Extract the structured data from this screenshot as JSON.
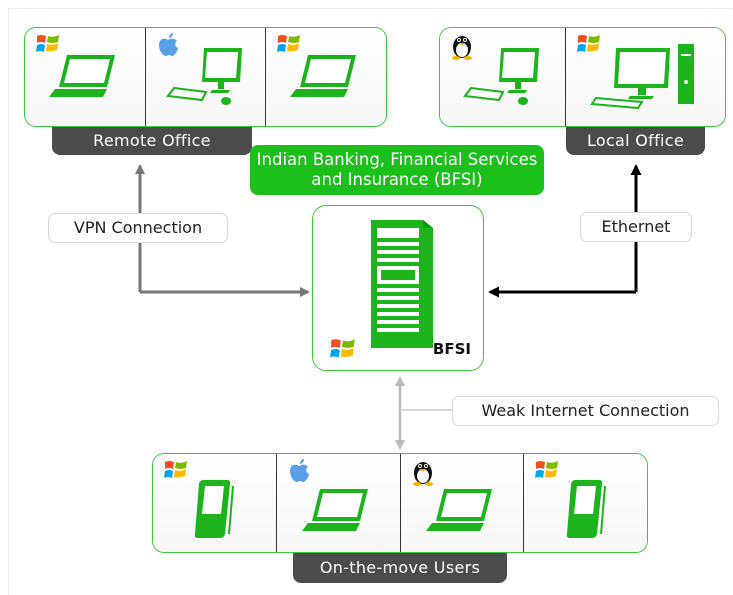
{
  "title": "Indian Banking, Financial Services and Insurance (BFSI)",
  "groups": {
    "remote_office": {
      "caption": "Remote Office",
      "devices": [
        {
          "device": "laptop",
          "os": "windows-logo-icon"
        },
        {
          "device": "desktop",
          "os": "apple-logo-icon"
        },
        {
          "device": "laptop",
          "os": "windows-logo-icon"
        }
      ]
    },
    "local_office": {
      "caption": "Local Office",
      "devices": [
        {
          "device": "desktop",
          "os": "linux-tux-icon"
        },
        {
          "device": "desktop-tower",
          "os": "windows-logo-icon"
        }
      ]
    },
    "mobile_users": {
      "caption": "On-the-move Users",
      "devices": [
        {
          "device": "phone",
          "os": "windows-logo-icon"
        },
        {
          "device": "laptop",
          "os": "apple-logo-icon"
        },
        {
          "device": "laptop",
          "os": "linux-tux-icon"
        },
        {
          "device": "phone",
          "os": "windows-logo-icon"
        }
      ]
    }
  },
  "server": {
    "label": "BFSI",
    "os": "windows-logo-icon"
  },
  "connections": {
    "vpn": "VPN Connection",
    "ethernet": "Ethernet",
    "weak_internet": "Weak Internet Connection"
  },
  "colors": {
    "accent_green": "#1cbf1c",
    "border_green": "#3cc83c",
    "caption_bg": "#4b4b4b",
    "vpn_arrow": "#777777",
    "ethernet_arrow": "#000000",
    "weak_arrow": "#bbbbbb"
  }
}
